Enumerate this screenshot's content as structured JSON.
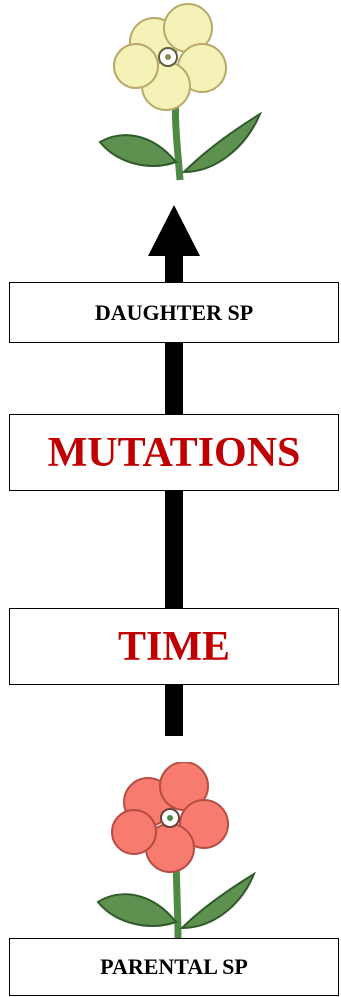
{
  "labels": {
    "daughter": "DAUGHTER SP",
    "mutations": "MUTATIONS",
    "time": "TIME",
    "parental": "PARENTAL SP"
  },
  "colors": {
    "emphasis_text": "#c00000",
    "arrow": "#000000",
    "daughter_petals": "#f5f2b8",
    "parental_petals": "#f77b6e",
    "leaf": "#5e9150"
  },
  "icons": {
    "top": "daughter-flower-icon",
    "bottom": "parental-flower-icon",
    "connector": "up-arrow-icon"
  }
}
